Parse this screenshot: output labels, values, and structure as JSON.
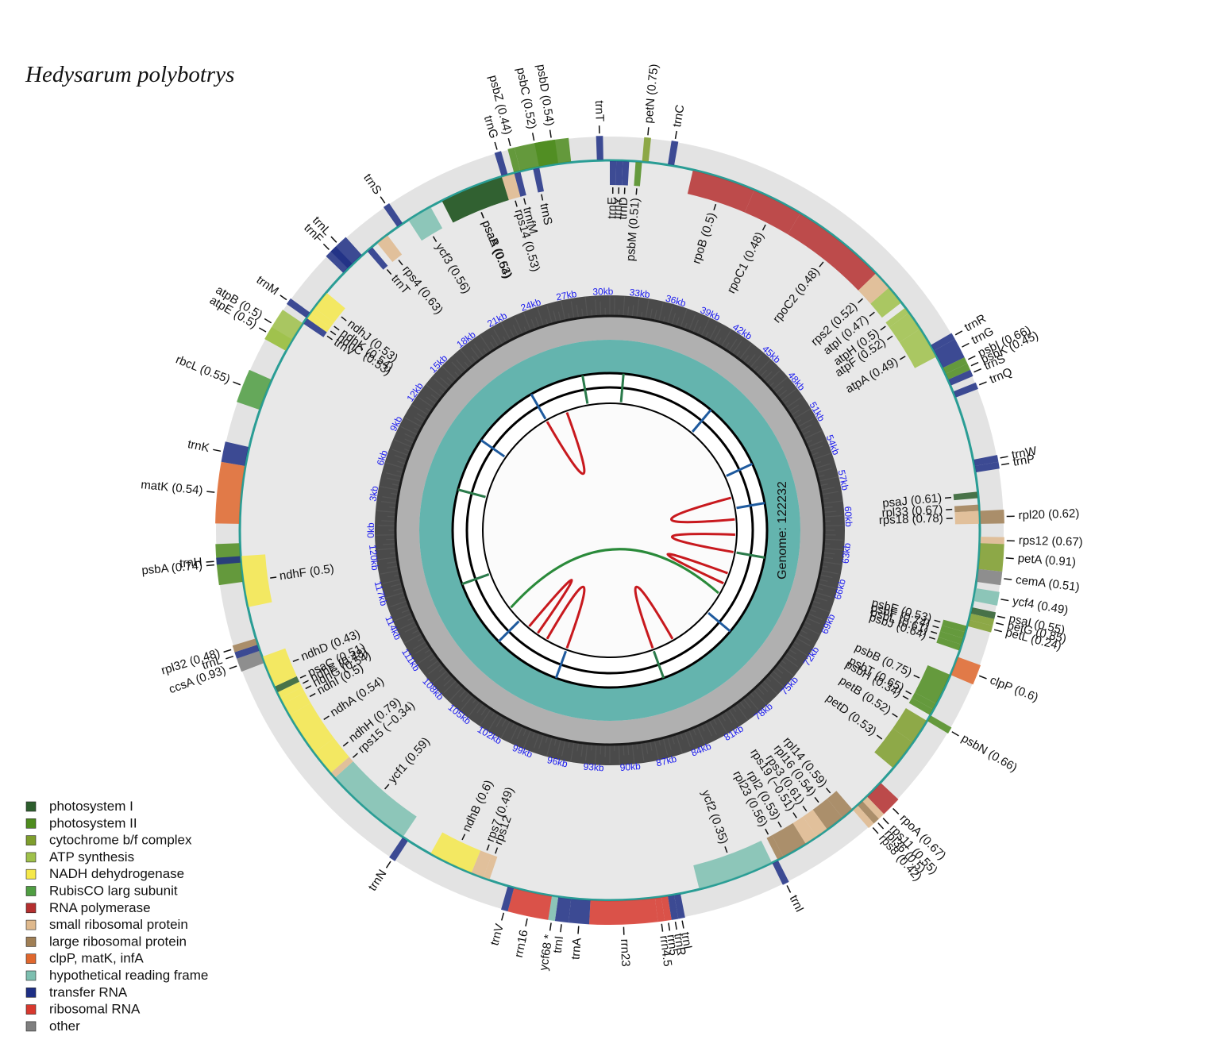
{
  "title": "Hedysarum polybotrys",
  "genome_label": "Genome: 122232",
  "genome_length": 122232,
  "categories": {
    "PSI": {
      "label": "photosystem I",
      "color": "#2d5e2d"
    },
    "PSII": {
      "label": "photosystem II",
      "color": "#4e8c1e"
    },
    "CYT": {
      "label": "cytochrome b/f complex",
      "color": "#7e9e2c"
    },
    "ATP": {
      "label": "ATP synthesis",
      "color": "#9fc14a"
    },
    "NDH": {
      "label": "NADH dehydrogenase",
      "color": "#f5e84a"
    },
    "RBC": {
      "label": "RubisCO larg subunit",
      "color": "#4f9e42"
    },
    "RPO": {
      "label": "RNA polymerase",
      "color": "#b52f2f"
    },
    "RPS": {
      "label": "small ribosomal protein",
      "color": "#dfb98d"
    },
    "RPL": {
      "label": "large ribosomal protein",
      "color": "#a07f55"
    },
    "CLP": {
      "label": "clpP, matK, infA",
      "color": "#e0672d"
    },
    "YCF": {
      "label": "hypothetical reading frame",
      "color": "#7dbfb0"
    },
    "TRN": {
      "label": "transfer RNA",
      "color": "#1e2f85"
    },
    "RRN": {
      "label": "ribosomal RNA",
      "color": "#d8382e"
    },
    "OTH": {
      "label": "other",
      "color": "#7f7f7f"
    }
  },
  "legend_order": [
    "PSI",
    "PSII",
    "CYT",
    "ATP",
    "NDH",
    "RBC",
    "RPO",
    "RPS",
    "RPL",
    "CLP",
    "YCF",
    "TRN",
    "RRN",
    "OTH"
  ],
  "kb_ticks": [
    "0kb",
    "3kb",
    "6kb",
    "9kb",
    "12kb",
    "15kb",
    "18kb",
    "21kb",
    "24kb",
    "27kb",
    "30kb",
    "33kb",
    "36kb",
    "39kb",
    "42kb",
    "45kb",
    "48kb",
    "51kb",
    "54kb",
    "57kb",
    "60kb",
    "63kb",
    "66kb",
    "69kb",
    "72kb",
    "75kb",
    "78kb",
    "81kb",
    "84kb",
    "87kb",
    "90kb",
    "93kb",
    "96kb",
    "99kb",
    "102kb",
    "105kb",
    "108kb",
    "111kb",
    "114kb",
    "117kb",
    "120kb"
  ],
  "genes": [
    {
      "name": "psbA (0.74)",
      "cat": "PSII",
      "a0": -98,
      "a1": -92,
      "out": true
    },
    {
      "name": "matK (0.54)",
      "cat": "CLP",
      "a0": -89,
      "a1": -80,
      "out": true
    },
    {
      "name": "trnK",
      "cat": "TRN",
      "a0": -80,
      "a1": -77,
      "out": true
    },
    {
      "name": "rbcL (0.55)",
      "cat": "RBC",
      "a0": -71,
      "a1": -66,
      "out": true
    },
    {
      "name": "atpB (0.5)",
      "cat": "ATP",
      "a0": -61,
      "a1": -56,
      "out": true
    },
    {
      "name": "atpE (0.5)",
      "cat": "ATP",
      "a0": -61,
      "a1": -59,
      "out": true
    },
    {
      "name": "trnV",
      "cat": "TRN",
      "a0": -56,
      "a1": -55,
      "out": false
    },
    {
      "name": "ndhC (0.53)",
      "cat": "NDH",
      "a0": -55,
      "a1": -54,
      "out": false
    },
    {
      "name": "ndhK (0.54)",
      "cat": "NDH",
      "a0": -54,
      "a1": -53,
      "out": false
    },
    {
      "name": "ndhJ (0.53)",
      "cat": "NDH",
      "a0": -53,
      "a1": -50,
      "out": false
    },
    {
      "name": "trnM",
      "cat": "TRN",
      "a0": -55,
      "a1": -54,
      "out": true
    },
    {
      "name": "trnF",
      "cat": "TRN",
      "a0": -46,
      "a1": -44,
      "out": true
    },
    {
      "name": "trnL",
      "cat": "TRN",
      "a0": -45,
      "a1": -42,
      "out": true
    },
    {
      "name": "trnT",
      "cat": "TRN",
      "a0": -41,
      "a1": -40,
      "out": false
    },
    {
      "name": "rps4 (0.63)",
      "cat": "RPS",
      "a0": -39,
      "a1": -37,
      "out": false
    },
    {
      "name": "trnS",
      "cat": "TRN",
      "a0": -35,
      "a1": -34,
      "out": true
    },
    {
      "name": "ycf3 (0.56)",
      "cat": "YCF",
      "a0": -33,
      "a1": -29,
      "out": false
    },
    {
      "name": "psaA (0.63)",
      "cat": "PSI",
      "a0": -27,
      "a1": -17,
      "out": false
    },
    {
      "name": "psaB (0.54)",
      "cat": "PSI",
      "a0": -27,
      "a1": -17,
      "out": false
    },
    {
      "name": "rps14 (0.53)",
      "cat": "RPS",
      "a0": -17,
      "a1": -15,
      "out": false
    },
    {
      "name": "trnfM",
      "cat": "TRN",
      "a0": -15,
      "a1": -14,
      "out": false
    },
    {
      "name": "trnG",
      "cat": "TRN",
      "a0": -17,
      "a1": -16,
      "out": true
    },
    {
      "name": "psbZ (0.44)",
      "cat": "PSII",
      "a0": -15,
      "a1": -14,
      "out": true
    },
    {
      "name": "trnS",
      "cat": "TRN",
      "a0": -12,
      "a1": -11,
      "out": false
    },
    {
      "name": "psbC (0.52)",
      "cat": "PSII",
      "a0": -14,
      "a1": -8,
      "out": true
    },
    {
      "name": "psbD (0.54)",
      "cat": "PSII",
      "a0": -11,
      "a1": -6,
      "out": true
    },
    {
      "name": "trnT",
      "cat": "TRN",
      "a0": -2,
      "a1": -1,
      "out": true
    },
    {
      "name": "trnE",
      "cat": "TRN",
      "a0": 0,
      "a1": 1,
      "out": false
    },
    {
      "name": "trnY",
      "cat": "TRN",
      "a0": 1,
      "a1": 2,
      "out": false
    },
    {
      "name": "trnD",
      "cat": "TRN",
      "a0": 2,
      "a1": 3,
      "out": false
    },
    {
      "name": "psbM (0.51)",
      "cat": "PSII",
      "a0": 4,
      "a1": 5,
      "out": false
    },
    {
      "name": "petN (0.75)",
      "cat": "CYT",
      "a0": 5,
      "a1": 6,
      "out": true
    },
    {
      "name": "trnC",
      "cat": "TRN",
      "a0": 9,
      "a1": 10,
      "out": true
    },
    {
      "name": "rpoB (0.5)",
      "cat": "RPO",
      "a0": 13,
      "a1": 23,
      "out": false
    },
    {
      "name": "rpoC1 (0.48)",
      "cat": "RPO",
      "a0": 23,
      "a1": 31,
      "out": false
    },
    {
      "name": "rpoC2 (0.48)",
      "cat": "RPO",
      "a0": 31,
      "a1": 46,
      "out": false
    },
    {
      "name": "rps2 (0.52)",
      "cat": "RPS",
      "a0": 46,
      "a1": 49,
      "out": false
    },
    {
      "name": "atpI (0.47)",
      "cat": "ATP",
      "a0": 49,
      "a1": 52,
      "out": false
    },
    {
      "name": "atpH (0.5)",
      "cat": "ATP",
      "a0": 53,
      "a1": 54,
      "out": false
    },
    {
      "name": "atpF (0.52)",
      "cat": "ATP",
      "a0": 54,
      "a1": 57,
      "out": false
    },
    {
      "name": "atpA (0.49)",
      "cat": "ATP",
      "a0": 57,
      "a1": 62,
      "out": false
    },
    {
      "name": "trnR",
      "cat": "TRN",
      "a0": 60,
      "a1": 61,
      "out": true
    },
    {
      "name": "trnG",
      "cat": "TRN",
      "a0": 61,
      "a1": 64,
      "out": true
    },
    {
      "name": "psbI (0.66)",
      "cat": "PSII",
      "a0": 64,
      "a1": 65,
      "out": true
    },
    {
      "name": "psbK (0.45)",
      "cat": "PSII",
      "a0": 65,
      "a1": 66,
      "out": true
    },
    {
      "name": "trnS",
      "cat": "TRN",
      "a0": 66,
      "a1": 67,
      "out": true
    },
    {
      "name": "trnQ",
      "cat": "TRN",
      "a0": 68,
      "a1": 69,
      "out": true
    },
    {
      "name": "trnW",
      "cat": "TRN",
      "a0": 79,
      "a1": 80,
      "out": true
    },
    {
      "name": "trnP",
      "cat": "TRN",
      "a0": 80,
      "a1": 81,
      "out": true
    },
    {
      "name": "psaJ (0.61)",
      "cat": "PSI",
      "a0": 84,
      "a1": 85,
      "out": false
    },
    {
      "name": "rpl33 (0.67)",
      "cat": "RPL",
      "a0": 86,
      "a1": 87,
      "out": false
    },
    {
      "name": "rps18 (0.78)",
      "cat": "RPS",
      "a0": 87,
      "a1": 89,
      "out": false
    },
    {
      "name": "rpl20 (0.62)",
      "cat": "RPL",
      "a0": 87,
      "a1": 89,
      "out": true
    },
    {
      "name": "rps12 (0.67)",
      "cat": "RPS",
      "a0": 91,
      "a1": 92,
      "out": true
    },
    {
      "name": "petA (0.91)",
      "cat": "CYT",
      "a0": 92,
      "a1": 96,
      "out": true
    },
    {
      "name": "cemA (0.51)",
      "cat": "OTH",
      "a0": 96,
      "a1": 98,
      "out": true
    },
    {
      "name": "ycf4 (0.49)",
      "cat": "YCF",
      "a0": 99,
      "a1": 101,
      "out": true
    },
    {
      "name": "psaI (0.55)",
      "cat": "PSI",
      "a0": 102,
      "a1": 103,
      "out": true
    },
    {
      "name": "petG (0.85)",
      "cat": "CYT",
      "a0": 103,
      "a1": 104,
      "out": true
    },
    {
      "name": "petL (0.24)",
      "cat": "CYT",
      "a0": 104,
      "a1": 105,
      "out": true
    },
    {
      "name": "psbE (0.53)",
      "cat": "PSII",
      "a0": 105,
      "a1": 106,
      "out": false
    },
    {
      "name": "psbF (0.74)",
      "cat": "PSII",
      "a0": 106,
      "a1": 107,
      "out": false
    },
    {
      "name": "psbL (0.61)",
      "cat": "PSII",
      "a0": 107,
      "a1": 108,
      "out": false
    },
    {
      "name": "psbJ (0.64)",
      "cat": "PSII",
      "a0": 108,
      "a1": 109,
      "out": false
    },
    {
      "name": "clpP (0.6)",
      "cat": "CLP",
      "a0": 110,
      "a1": 113,
      "out": true
    },
    {
      "name": "psbB (0.75)",
      "cat": "PSII",
      "a0": 113,
      "a1": 118,
      "out": false
    },
    {
      "name": "psbT (0.65)",
      "cat": "PSII",
      "a0": 118,
      "a1": 119,
      "out": false
    },
    {
      "name": "psbH (0.34)",
      "cat": "PSII",
      "a0": 119,
      "a1": 120,
      "out": false
    },
    {
      "name": "psbN (0.66)",
      "cat": "PSII",
      "a0": 120,
      "a1": 121,
      "out": true
    },
    {
      "name": "petB (0.52)",
      "cat": "CYT",
      "a0": 121,
      "a1": 125,
      "out": false
    },
    {
      "name": "petD (0.53)",
      "cat": "CYT",
      "a0": 125,
      "a1": 130,
      "out": false
    },
    {
      "name": "rpoA (0.67)",
      "cat": "RPO",
      "a0": 133,
      "a1": 136,
      "out": true
    },
    {
      "name": "rps11 (0.55)",
      "cat": "RPS",
      "a0": 136,
      "a1": 137,
      "out": true
    },
    {
      "name": "rpl36 (0.5)",
      "cat": "RPL",
      "a0": 137,
      "a1": 138,
      "out": true
    },
    {
      "name": "rps8 (0.42)",
      "cat": "RPS",
      "a0": 138,
      "a1": 139,
      "out": true
    },
    {
      "name": "rpl14 (0.59)",
      "cat": "RPL",
      "a0": 139,
      "a1": 141,
      "out": false
    },
    {
      "name": "rpl16 (0.54)",
      "cat": "RPL",
      "a0": 141,
      "a1": 144,
      "out": false
    },
    {
      "name": "rps3 (0.61)",
      "cat": "RPS",
      "a0": 144,
      "a1": 146,
      "out": false
    },
    {
      "name": "rps19 (−0.51)",
      "cat": "RPS",
      "a0": 146,
      "a1": 148,
      "out": false
    },
    {
      "name": "rpl2 (0.53)",
      "cat": "RPL",
      "a0": 148,
      "a1": 152,
      "out": false
    },
    {
      "name": "rpl23 (0.56)",
      "cat": "RPL",
      "a0": 152,
      "a1": 153,
      "out": false
    },
    {
      "name": "trnI",
      "cat": "TRN",
      "a0": 153,
      "a1": 154,
      "out": true
    },
    {
      "name": "ycf2 (0.35)",
      "cat": "YCF",
      "a0": 154,
      "a1": 166,
      "out": false
    },
    {
      "name": "trnL",
      "cat": "TRN",
      "a0": 169,
      "a1": 170,
      "out": true
    },
    {
      "name": "trnR",
      "cat": "TRN",
      "a0": 170,
      "a1": 171,
      "out": true
    },
    {
      "name": "rrn5",
      "cat": "RRN",
      "a0": 171,
      "a1": 172,
      "out": true
    },
    {
      "name": "rrn4.5",
      "cat": "RRN",
      "a0": 172,
      "a1": 173,
      "out": true
    },
    {
      "name": "rrn23",
      "cat": "RRN",
      "a0": 173,
      "a1": 183,
      "out": true
    },
    {
      "name": "trnA",
      "cat": "TRN",
      "a0": 183,
      "a1": 186,
      "out": true
    },
    {
      "name": "trnI",
      "cat": "TRN",
      "a0": 186,
      "a1": 188,
      "out": true
    },
    {
      "name": "ycf68 *",
      "cat": "YCF",
      "a0": 188,
      "a1": 189,
      "out": true
    },
    {
      "name": "rrn16",
      "cat": "RRN",
      "a0": 189,
      "a1": 195,
      "out": true
    },
    {
      "name": "trnV",
      "cat": "TRN",
      "a0": 195,
      "a1": 196,
      "out": true
    },
    {
      "name": "rps12",
      "cat": "RPS",
      "a0": 199,
      "a1": 200,
      "out": false
    },
    {
      "name": "rps7 (0.49)",
      "cat": "RPS",
      "a0": 200,
      "a1": 202,
      "out": false
    },
    {
      "name": "ndhB (0.6)",
      "cat": "NDH",
      "a0": 202,
      "a1": 209,
      "out": false
    },
    {
      "name": "trnN",
      "cat": "TRN",
      "a0": 213,
      "a1": 214,
      "out": true
    },
    {
      "name": "ycf1 (0.59)",
      "cat": "YCF",
      "a0": 214,
      "a1": 228,
      "out": false
    },
    {
      "name": "rps15 (−0.34)",
      "cat": "RPS",
      "a0": 228,
      "a1": 229,
      "out": false
    },
    {
      "name": "ndhH (0.79)",
      "cat": "NDH",
      "a0": 229,
      "a1": 233,
      "out": false
    },
    {
      "name": "ndhA (0.54)",
      "cat": "NDH",
      "a0": 233,
      "a1": 240,
      "out": false
    },
    {
      "name": "ndhI (0.5)",
      "cat": "NDH",
      "a0": 240,
      "a1": 242,
      "out": false
    },
    {
      "name": "ndhG (0.54)",
      "cat": "NDH",
      "a0": 242,
      "a1": 243,
      "out": false
    },
    {
      "name": "ndhE (0.48)",
      "cat": "NDH",
      "a0": 243,
      "a1": 244,
      "out": false
    },
    {
      "name": "psaC (0.51)",
      "cat": "PSI",
      "a0": 244,
      "a1": 245,
      "out": false
    },
    {
      "name": "ndhD (0.43)",
      "cat": "NDH",
      "a0": 245,
      "a1": 250,
      "out": false
    },
    {
      "name": "ccsA (0.93)",
      "cat": "OTH",
      "a0": 249,
      "a1": 251,
      "out": true
    },
    {
      "name": "trnL",
      "cat": "TRN",
      "a0": 251,
      "a1": 252,
      "out": true
    },
    {
      "name": "rpl32 (0.48)",
      "cat": "RPL",
      "a0": 252,
      "a1": 253,
      "out": true
    },
    {
      "name": "ndhF (0.5)",
      "cat": "NDH",
      "a0": 258,
      "a1": 266,
      "out": false
    },
    {
      "name": "trnH",
      "cat": "TRN",
      "a0": 265,
      "a1": 266,
      "out": true
    }
  ]
}
